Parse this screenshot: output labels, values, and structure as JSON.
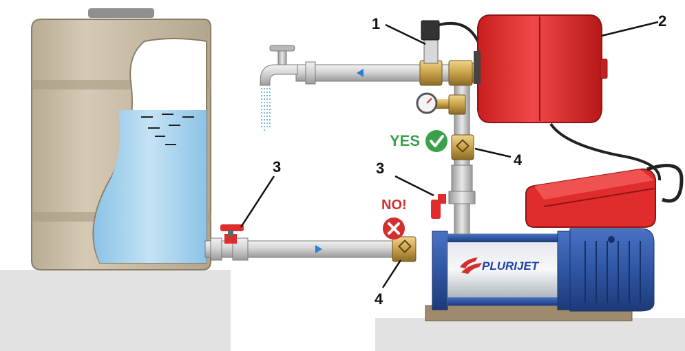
{
  "callouts": {
    "pressure_switch": "1",
    "expansion_tank": "2",
    "valve_inlet": "3",
    "valve_outlet": "3",
    "check_valve_outlet": "4",
    "check_valve_inlet": "4"
  },
  "tags": {
    "yes": "YES",
    "no": "NO!"
  },
  "pump_brand": "PLURIJET",
  "colors": {
    "tank": "#c9bca6",
    "water": "#aed6ee",
    "pipe": "#c8c8c8",
    "brass": "#c9a14a",
    "red": "#e02c2c",
    "pump_blue": "#2f56a3",
    "ground": "#e2e2e2",
    "yes_green": "#3aa14a",
    "no_red": "#d22f2f"
  }
}
